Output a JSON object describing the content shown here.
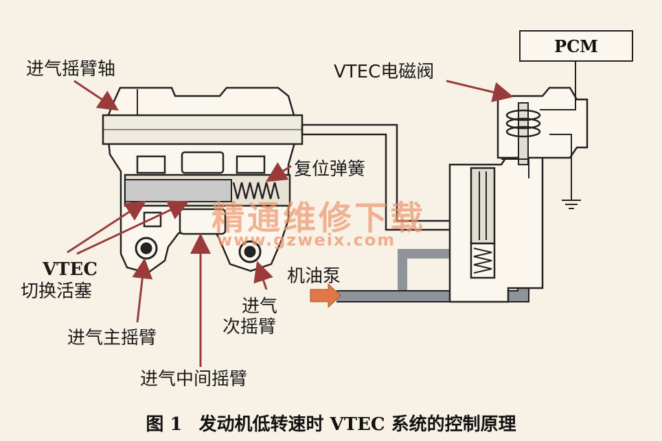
{
  "labels": {
    "intake_rocker_shaft": "进气摇臂轴",
    "vtec_solenoid": "VTEC电磁阀",
    "pcm": "PCM",
    "return_spring": "复位弹簧",
    "vtec_piston_line1": "VTEC",
    "vtec_piston_line2": "切换活塞",
    "oil_pump": "机油泵",
    "secondary_rocker_line1": "进气",
    "secondary_rocker_line2": "次摇臂",
    "primary_rocker": "进气主摇臂",
    "middle_rocker": "进气中间摇臂"
  },
  "watermark": {
    "text": "精通维修下载",
    "url": "www.gzweix.com"
  },
  "caption": {
    "figure": "图 1",
    "title": "发动机低转速时 VTEC 系统的控制原理"
  },
  "colors": {
    "background": "#f7f1e6",
    "line": "#222222",
    "oil": "#8e949a",
    "arrow": "#9a3a3a",
    "pump_arrow": "#e07848",
    "watermark": "#ec966e"
  }
}
